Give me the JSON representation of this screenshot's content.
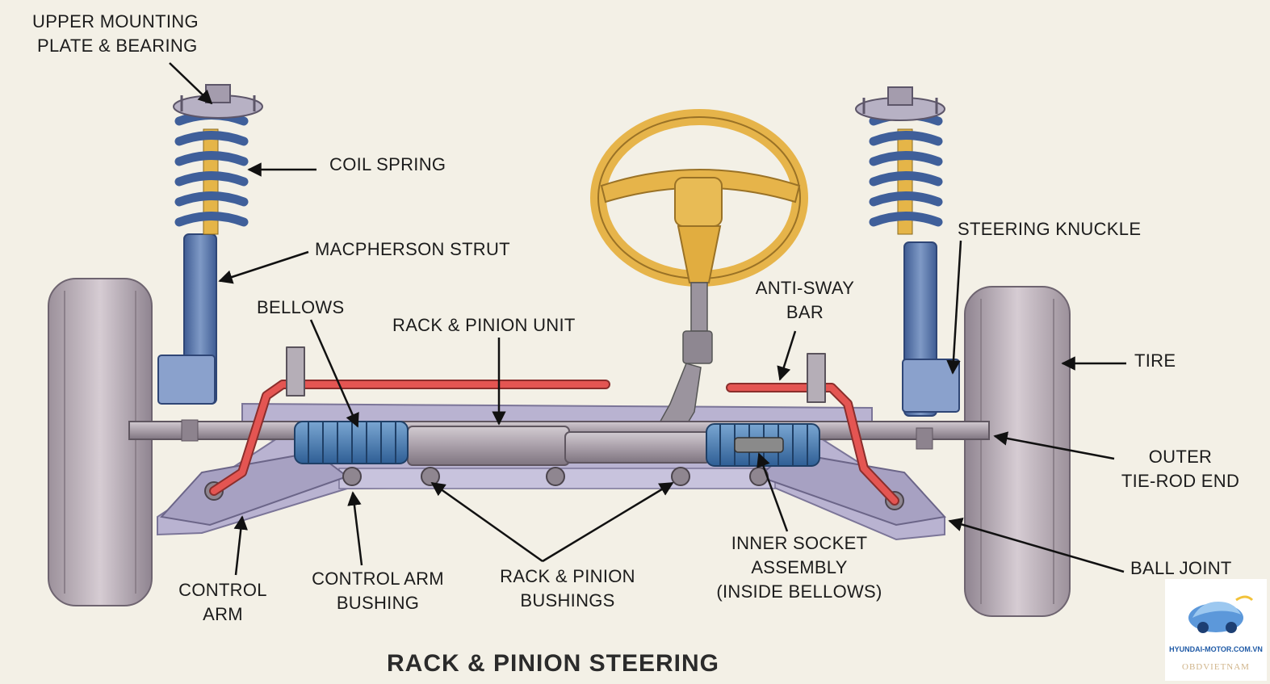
{
  "title": "RACK & PINION STEERING",
  "labels": {
    "upper_mounting": [
      "UPPER MOUNTING",
      "PLATE & BEARING"
    ],
    "coil_spring": "COIL SPRING",
    "macpherson_strut": "MACPHERSON STRUT",
    "bellows": "BELLOWS",
    "rack_pinion_unit": "RACK & PINION UNIT",
    "anti_sway_bar": [
      "ANTI-SWAY",
      "BAR"
    ],
    "steering_knuckle": "STEERING KNUCKLE",
    "tire": "TIRE",
    "outer_tie_rod_end": [
      "OUTER",
      "TIE-ROD END"
    ],
    "ball_joint": "BALL JOINT",
    "control_arm": [
      "CONTROL",
      "ARM"
    ],
    "control_arm_bushing": [
      "CONTROL ARM",
      "BUSHING"
    ],
    "rack_pinion_bushings": [
      "RACK & PINION",
      "BUSHINGS"
    ],
    "inner_socket": [
      "INNER SOCKET",
      "ASSEMBLY",
      "(INSIDE BELLOWS)"
    ]
  },
  "watermark": {
    "site": "HYUNDAI-MOTOR.COM.VN",
    "sub": "OBDVIETNAM"
  },
  "colors": {
    "tire": "#c9bfc6",
    "spring": "#4d6ea8",
    "strut": "#6a86b8",
    "steering_wheel": "#e6b44a",
    "sway_bar": "#e45552",
    "bellows": "#4a7fb3",
    "rack_tube": "#a89ea8",
    "frame": "#b6b0cf"
  }
}
